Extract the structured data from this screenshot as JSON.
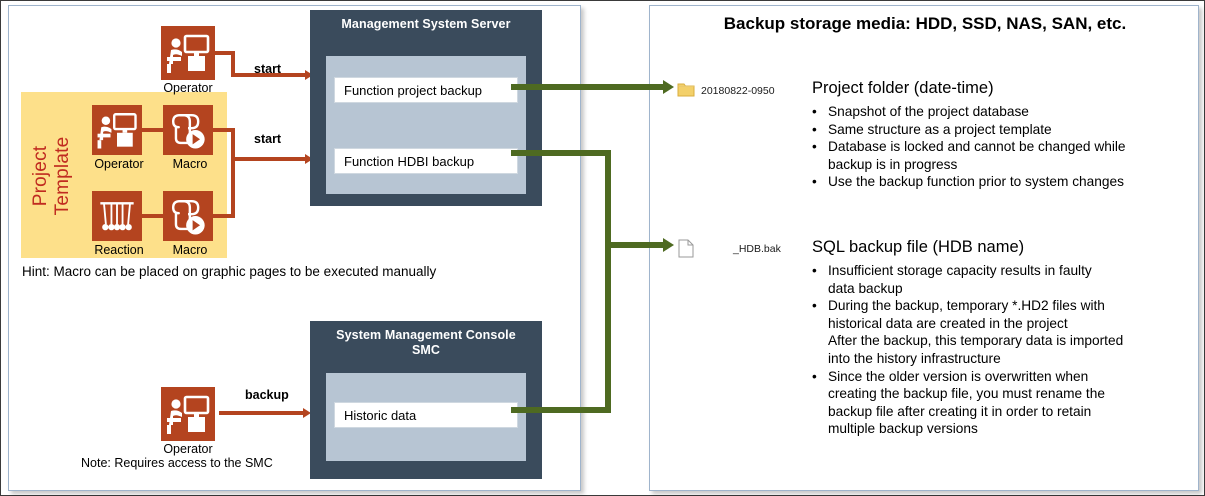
{
  "left": {
    "project_template": {
      "label": "Project Template",
      "nodes": [
        {
          "icon": "operator-icon",
          "caption": "Operator"
        },
        {
          "icon": "macro-icon",
          "caption": "Macro"
        },
        {
          "icon": "reaction-icon",
          "caption": "Reaction"
        },
        {
          "icon": "macro-icon",
          "caption": "Macro"
        }
      ]
    },
    "top_operator": {
      "icon": "operator-icon",
      "caption": "Operator"
    },
    "bottom_operator": {
      "icon": "operator-icon",
      "caption": "Operator"
    },
    "arrow_labels": {
      "start_1": "start",
      "start_2": "start",
      "backup": "backup"
    },
    "management_server": {
      "title": "Management System Server",
      "functions": [
        "Function project backup",
        "Function HDBI backup"
      ]
    },
    "smc_console": {
      "title_line1": "System Management Console",
      "title_line2": "SMC",
      "functions": [
        "Historic data"
      ]
    },
    "hint": "Hint: Macro can be placed on graphic pages to be executed manually",
    "note": "Note: Requires access to the SMC"
  },
  "right": {
    "title": "Backup storage media: HDD, SSD, NAS, SAN, etc.",
    "items": [
      {
        "icon": "folder-icon",
        "file_label": "20180822-0950",
        "heading": "Project folder (date-time)",
        "bullets": [
          {
            "text": "Snapshot of the project database",
            "continuations": []
          },
          {
            "text": "Same structure as a project template",
            "continuations": []
          },
          {
            "text": "Database is locked and cannot be changed while",
            "continuations": [
              "backup is in progress"
            ]
          },
          {
            "text": "Use the backup function prior to system changes",
            "continuations": []
          }
        ]
      },
      {
        "icon": "file-icon",
        "file_label": "_HDB.bak",
        "heading": "SQL backup file (HDB name)",
        "bullets": [
          {
            "text": "Insufficient storage capacity results in faulty",
            "continuations": [
              "data backup"
            ]
          },
          {
            "text": "During the backup, temporary *.HD2 files with",
            "continuations": [
              "historical data are created in the project",
              "After the backup, this temporary data is imported",
              "into the history infrastructure"
            ]
          },
          {
            "text": "Since the older version is overwritten when",
            "continuations": [
              "creating the backup file, you must rename the",
              "backup file after creating it in order to retain",
              "multiple backup versions"
            ]
          }
        ]
      }
    ],
    "bullet_glyph": "•"
  },
  "colors": {
    "accent_orange": "#b4441f",
    "accent_green": "#4e6a21",
    "server_dark": "#3a4b5c",
    "server_inner": "#b7c5d3",
    "template_yellow": "#fde08a",
    "template_text": "#c02b20",
    "folder_yellow": "#f3d06a"
  }
}
